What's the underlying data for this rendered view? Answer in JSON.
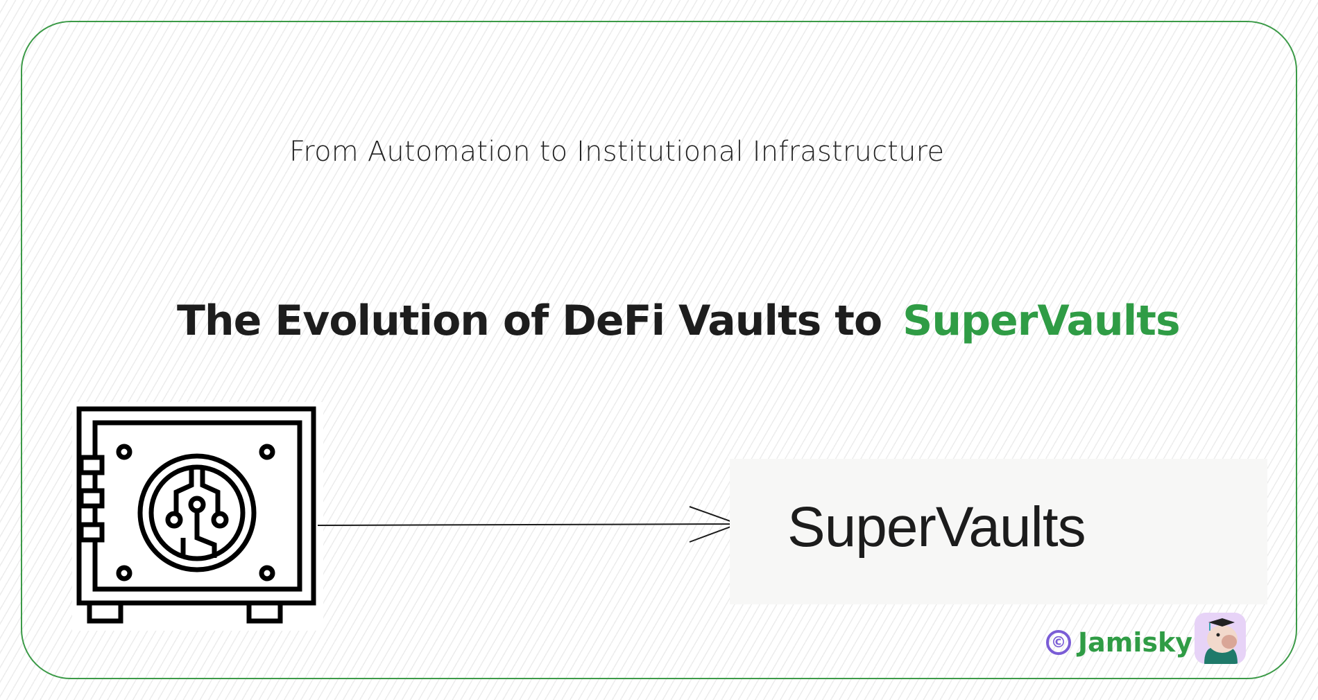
{
  "subtitle": "From Automation to Institutional Infrastructure",
  "title": {
    "main": "The Evolution of DeFi Vaults to",
    "accent": "SuperVaults"
  },
  "brand_logo_text": "SuperVaults",
  "credit": {
    "symbol": "©",
    "name": "Jamisky"
  },
  "colors": {
    "accent": "#2f9c45",
    "border": "#3b9a47",
    "copyright": "#7a5cd6"
  },
  "icons": [
    "digital-vault-icon",
    "arrow-right-icon",
    "capybara-avatar-icon"
  ]
}
